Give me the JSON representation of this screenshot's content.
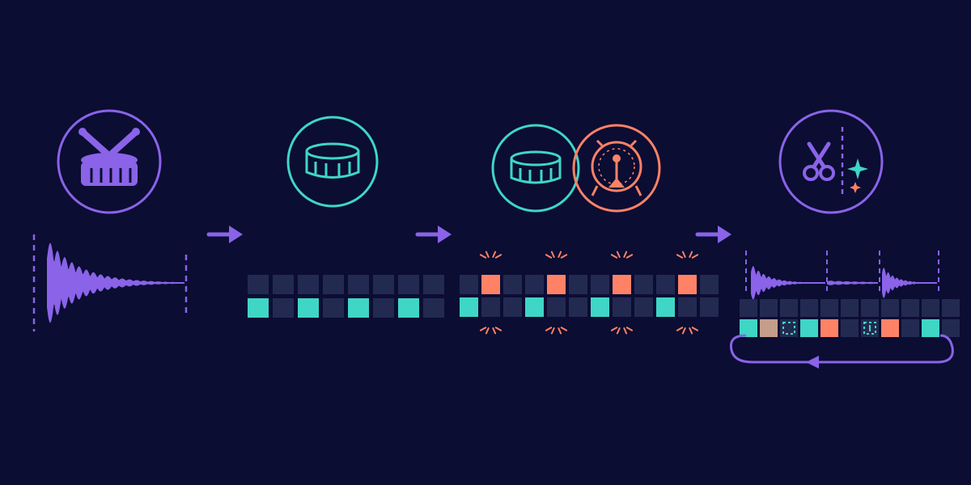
{
  "colors": {
    "background": "#0b0d33",
    "purple": "#8a63e8",
    "teal": "#3fd6c6",
    "coral": "#ff8266",
    "cell_off": "#232a52",
    "cell_off_alt": "#1e2448",
    "ghost": "#c49e8a"
  },
  "stages": [
    {
      "id": "one-shot-sample",
      "icon": "drum-with-sticks-icon",
      "visual": "waveform-single-hit"
    },
    {
      "id": "snare-pattern",
      "icon": "snare-drum-icon",
      "visual": "step-sequencer-2-rows"
    },
    {
      "id": "snare-plus-kick",
      "icon": "snare-and-kick-drum-icons",
      "visual": "step-sequencer-hits"
    },
    {
      "id": "slice-and-loop",
      "icon": "scissors-slice-icon",
      "visual": "sliced-waveform-loop"
    }
  ],
  "arrows": 3,
  "sequencers": {
    "snare_pattern": {
      "steps": 8,
      "row1": [
        0,
        0,
        0,
        0,
        0,
        0,
        0,
        0
      ],
      "row2": [
        1,
        0,
        1,
        0,
        1,
        0,
        1,
        0
      ]
    },
    "snare_kick": {
      "steps": 12,
      "row1": [
        0,
        1,
        0,
        0,
        1,
        0,
        0,
        1,
        0,
        0,
        1,
        0
      ],
      "row2": [
        1,
        0,
        0,
        1,
        0,
        0,
        1,
        0,
        0,
        1,
        0,
        0
      ]
    },
    "loop": {
      "steps": 11,
      "row1": [
        "off",
        "off",
        "off",
        "off",
        "off",
        "off",
        "off",
        "off",
        "off",
        "off",
        "off"
      ],
      "row2": [
        "teal",
        "ghost",
        "dashed",
        "teal",
        "coral",
        "off",
        "dashed-marker",
        "coral",
        "off",
        "teal",
        "off"
      ]
    }
  }
}
